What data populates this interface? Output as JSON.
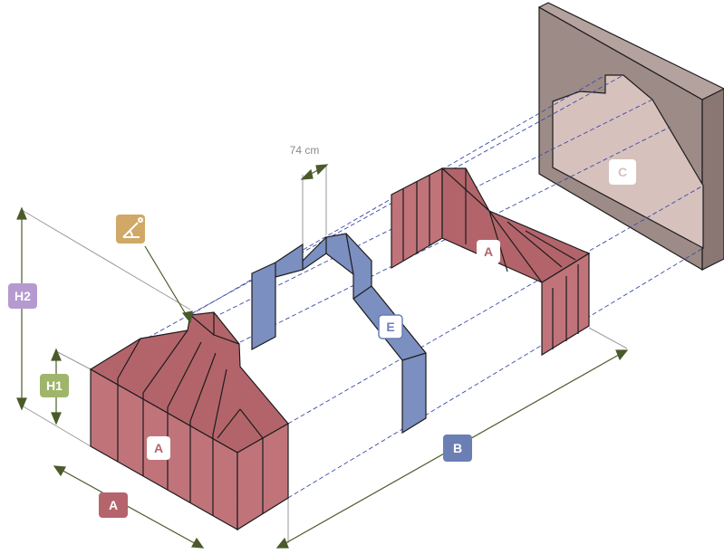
{
  "colors": {
    "red_face": "#c0747a",
    "red_face_dark": "#b3646b",
    "blue_face": "#7b8fc0",
    "blue_face_dark": "#6a7fb3",
    "wall_face": "#9d8b87",
    "wall_dark": "#8a7773",
    "wall_light": "#d6c1bd",
    "outline": "#1c1c1c",
    "dim_line": "#4a5a2a",
    "projection": "#3b4aa8",
    "gray_line": "#9a9a9a",
    "badge_red": "#b5646c",
    "badge_blue": "#6b7fb4",
    "badge_green": "#9fb56b",
    "badge_purple": "#b59ad0",
    "badge_gold": "#d1a866",
    "badge_white": "#ffffff"
  },
  "labels": {
    "a_front_face": "A",
    "a_back_face": "A",
    "a_dimension": "A",
    "b_dimension": "B",
    "c_wall": "C",
    "e_strip": "E",
    "h1_dimension": "H1",
    "h2_dimension": "H2",
    "width_dimension": "74 cm"
  },
  "icons": {
    "angle": "angle-icon"
  }
}
